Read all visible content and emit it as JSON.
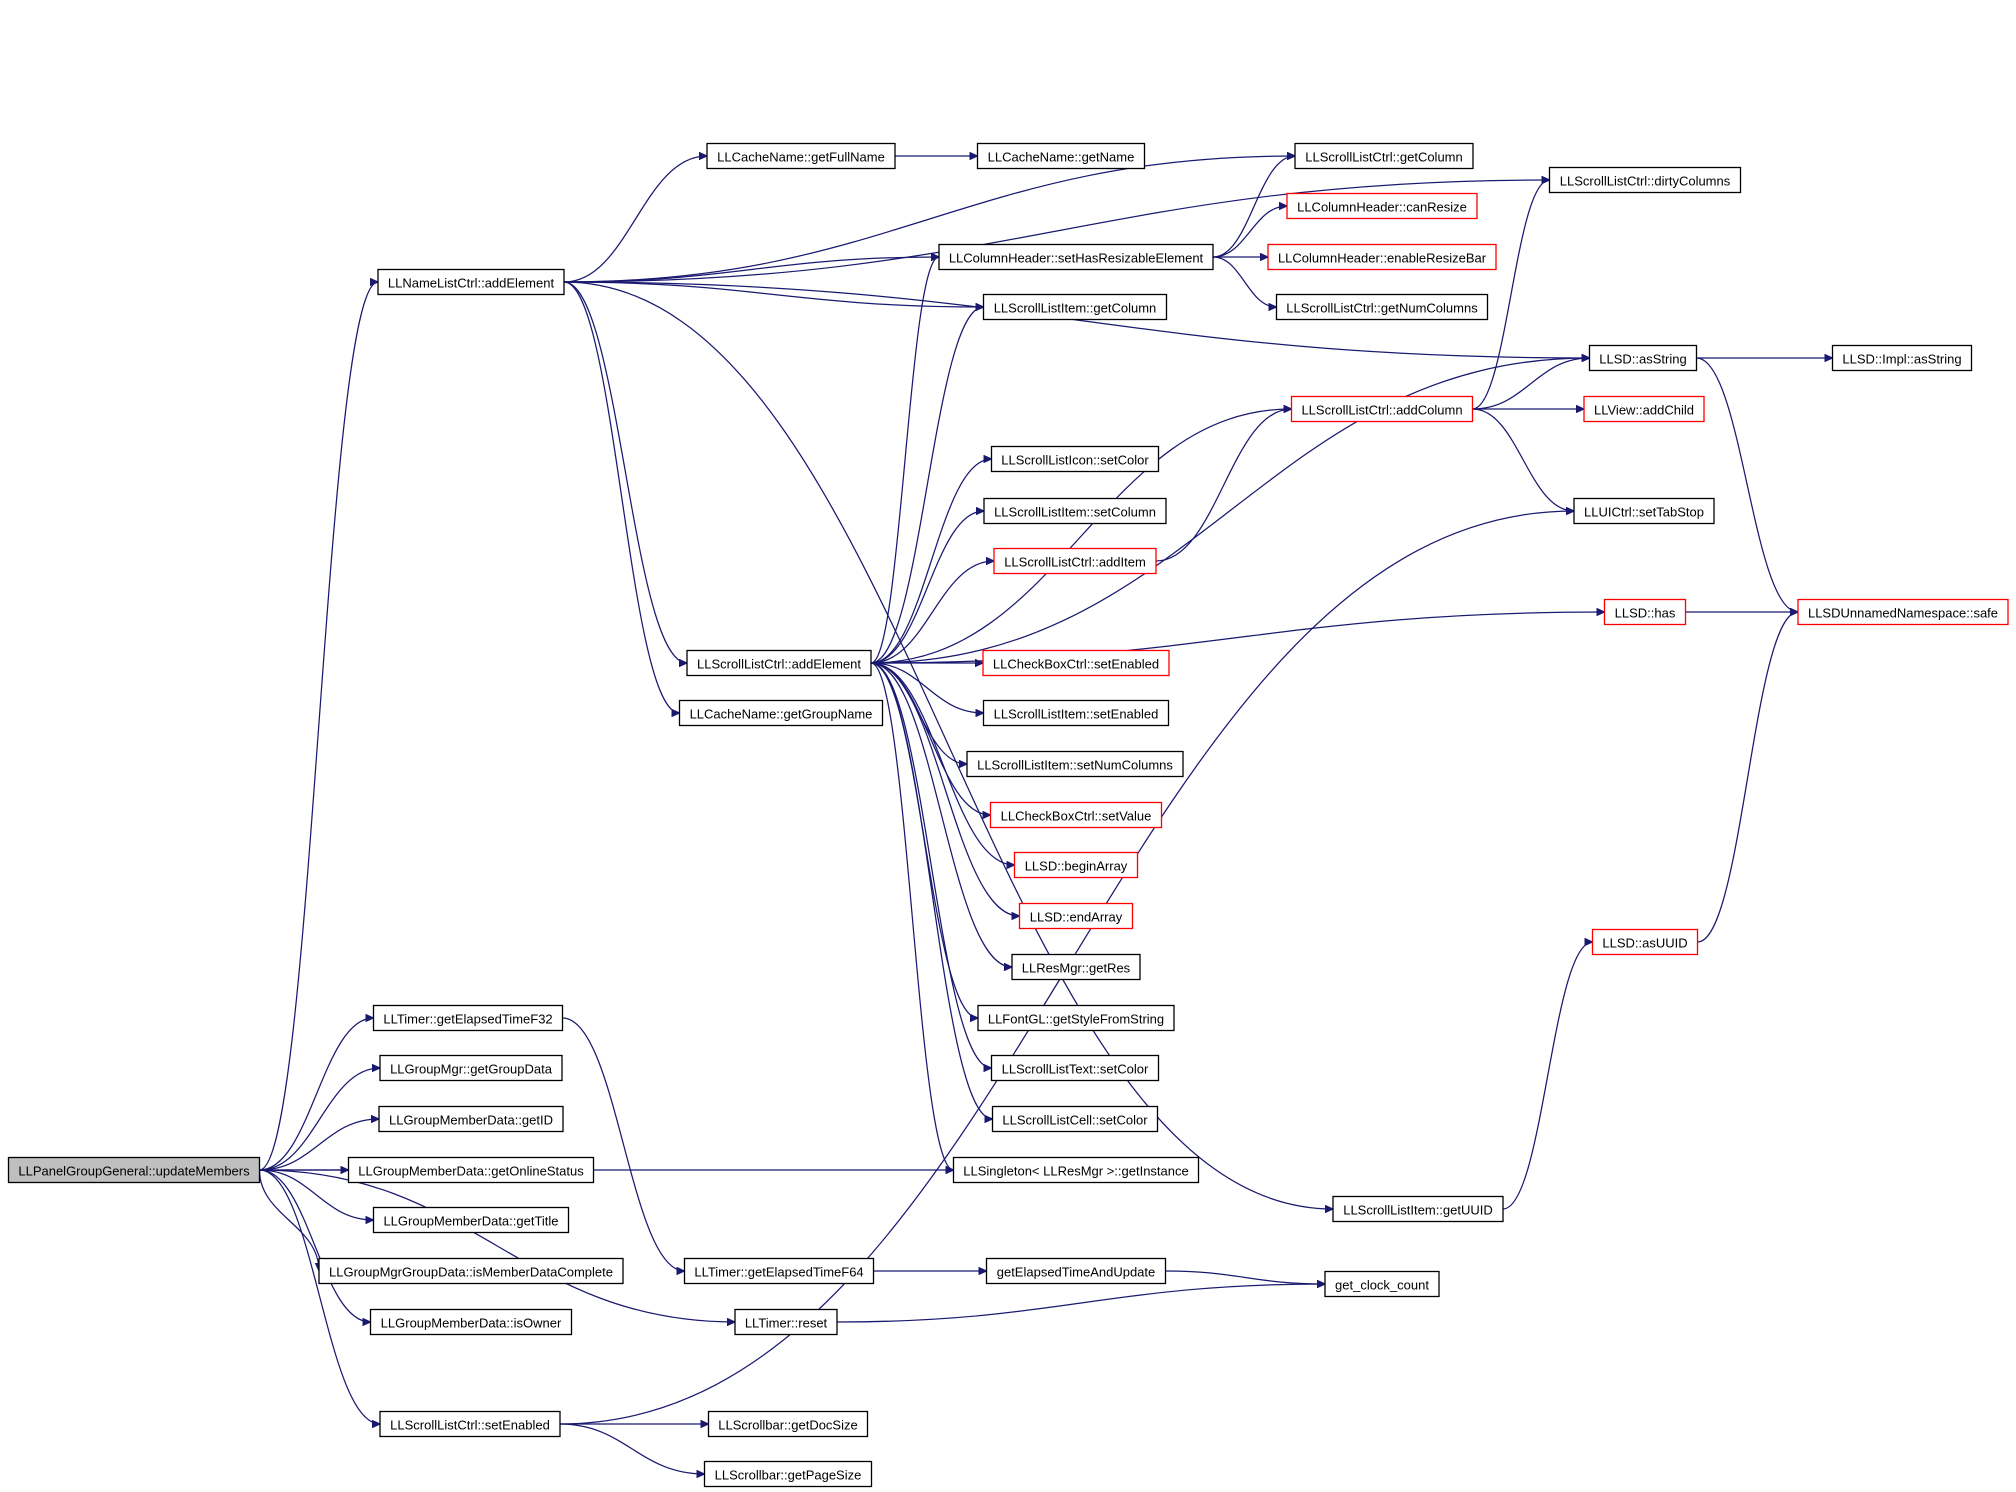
{
  "graph": {
    "nodes": [
      {
        "id": "root",
        "label": "LLPanelGroupGeneral::updateMembers",
        "style": "root"
      },
      {
        "id": "nlc_add",
        "label": "LLNameListCtrl::addElement",
        "style": "normal"
      },
      {
        "id": "cache_full",
        "label": "LLCacheName::getFullName",
        "style": "normal"
      },
      {
        "id": "cache_name",
        "label": "LLCacheName::getName",
        "style": "normal"
      },
      {
        "id": "slc_getcol",
        "label": "LLScrollListCtrl::getColumn",
        "style": "normal"
      },
      {
        "id": "slc_dirty",
        "label": "LLScrollListCtrl::dirtyColumns",
        "style": "normal"
      },
      {
        "id": "colh_canres",
        "label": "LLColumnHeader::canResize",
        "style": "red"
      },
      {
        "id": "colh_sethas",
        "label": "LLColumnHeader::setHasResizableElement",
        "style": "normal"
      },
      {
        "id": "colh_enable",
        "label": "LLColumnHeader::enableResizeBar",
        "style": "red"
      },
      {
        "id": "sli_getcol",
        "label": "LLScrollListItem::getColumn",
        "style": "normal"
      },
      {
        "id": "slc_numcols",
        "label": "LLScrollListCtrl::getNumColumns",
        "style": "normal"
      },
      {
        "id": "llsd_asstr",
        "label": "LLSD::asString",
        "style": "normal"
      },
      {
        "id": "impl_asstr",
        "label": "LLSD::Impl::asString",
        "style": "normal"
      },
      {
        "id": "slc_addcol",
        "label": "LLScrollListCtrl::addColumn",
        "style": "red"
      },
      {
        "id": "view_addchild",
        "label": "LLView::addChild",
        "style": "red"
      },
      {
        "id": "slicon_setcolor",
        "label": "LLScrollListIcon::setColor",
        "style": "normal"
      },
      {
        "id": "uictrl_tabstop",
        "label": "LLUICtrl::setTabStop",
        "style": "normal"
      },
      {
        "id": "sli_setcol",
        "label": "LLScrollListItem::setColumn",
        "style": "normal"
      },
      {
        "id": "slc_additem",
        "label": "LLScrollListCtrl::addItem",
        "style": "red"
      },
      {
        "id": "llsd_has",
        "label": "LLSD::has",
        "style": "red"
      },
      {
        "id": "safe",
        "label": "LLSDUnnamedNamespace::safe",
        "style": "red"
      },
      {
        "id": "slc_add",
        "label": "LLScrollListCtrl::addElement",
        "style": "normal"
      },
      {
        "id": "cb_enabled",
        "label": "LLCheckBoxCtrl::setEnabled",
        "style": "red"
      },
      {
        "id": "cache_group",
        "label": "LLCacheName::getGroupName",
        "style": "normal"
      },
      {
        "id": "sli_enabled",
        "label": "LLScrollListItem::setEnabled",
        "style": "normal"
      },
      {
        "id": "sli_numcols",
        "label": "LLScrollListItem::setNumColumns",
        "style": "normal"
      },
      {
        "id": "cb_value",
        "label": "LLCheckBoxCtrl::setValue",
        "style": "red"
      },
      {
        "id": "llsd_begin",
        "label": "LLSD::beginArray",
        "style": "red"
      },
      {
        "id": "llsd_end",
        "label": "LLSD::endArray",
        "style": "red"
      },
      {
        "id": "llsd_asuuid",
        "label": "LLSD::asUUID",
        "style": "red"
      },
      {
        "id": "resmgr_getres",
        "label": "LLResMgr::getRes",
        "style": "normal"
      },
      {
        "id": "timer_f32",
        "label": "LLTimer::getElapsedTimeF32",
        "style": "normal"
      },
      {
        "id": "font_style",
        "label": "LLFontGL::getStyleFromString",
        "style": "normal"
      },
      {
        "id": "gmgr_getdata",
        "label": "LLGroupMgr::getGroupData",
        "style": "normal"
      },
      {
        "id": "slt_setcolor",
        "label": "LLScrollListText::setColor",
        "style": "normal"
      },
      {
        "id": "gmd_getid",
        "label": "LLGroupMemberData::getID",
        "style": "normal"
      },
      {
        "id": "slcell_setcolor",
        "label": "LLScrollListCell::setColor",
        "style": "normal"
      },
      {
        "id": "gmd_online",
        "label": "LLGroupMemberData::getOnlineStatus",
        "style": "normal"
      },
      {
        "id": "singleton",
        "label": "LLSingleton< LLResMgr >::getInstance",
        "style": "normal"
      },
      {
        "id": "sli_uuid",
        "label": "LLScrollListItem::getUUID",
        "style": "normal"
      },
      {
        "id": "gmd_title",
        "label": "LLGroupMemberData::getTitle",
        "style": "normal"
      },
      {
        "id": "gmgd_complete",
        "label": "LLGroupMgrGroupData::isMemberDataComplete",
        "style": "normal"
      },
      {
        "id": "timer_f64",
        "label": "LLTimer::getElapsedTimeF64",
        "style": "normal"
      },
      {
        "id": "elapsed_update",
        "label": "getElapsedTimeAndUpdate",
        "style": "normal"
      },
      {
        "id": "clock",
        "label": "get_clock_count",
        "style": "normal"
      },
      {
        "id": "gmd_owner",
        "label": "LLGroupMemberData::isOwner",
        "style": "normal"
      },
      {
        "id": "timer_reset",
        "label": "LLTimer::reset",
        "style": "normal"
      },
      {
        "id": "slc_setenabled",
        "label": "LLScrollListCtrl::setEnabled",
        "style": "normal"
      },
      {
        "id": "sb_docsize",
        "label": "LLScrollbar::getDocSize",
        "style": "normal"
      },
      {
        "id": "sb_pagesize",
        "label": "LLScrollbar::getPageSize",
        "style": "normal"
      }
    ],
    "edges": [
      [
        "root",
        "nlc_add"
      ],
      [
        "root",
        "timer_f32"
      ],
      [
        "root",
        "gmgr_getdata"
      ],
      [
        "root",
        "gmd_getid"
      ],
      [
        "root",
        "gmd_online"
      ],
      [
        "root",
        "gmd_title"
      ],
      [
        "root",
        "gmgd_complete"
      ],
      [
        "root",
        "gmd_owner"
      ],
      [
        "root",
        "timer_reset"
      ],
      [
        "root",
        "slc_setenabled"
      ],
      [
        "root",
        "singleton"
      ],
      [
        "nlc_add",
        "cache_full"
      ],
      [
        "nlc_add",
        "slc_getcol"
      ],
      [
        "nlc_add",
        "slc_dirty"
      ],
      [
        "nlc_add",
        "colh_sethas"
      ],
      [
        "nlc_add",
        "sli_getcol"
      ],
      [
        "nlc_add",
        "llsd_asstr"
      ],
      [
        "nlc_add",
        "slc_add"
      ],
      [
        "nlc_add",
        "cache_group"
      ],
      [
        "nlc_add",
        "sli_uuid"
      ],
      [
        "cache_full",
        "cache_name"
      ],
      [
        "colh_sethas",
        "slc_getcol"
      ],
      [
        "colh_sethas",
        "colh_canres"
      ],
      [
        "colh_sethas",
        "colh_enable"
      ],
      [
        "colh_sethas",
        "slc_numcols"
      ],
      [
        "llsd_asstr",
        "impl_asstr"
      ],
      [
        "llsd_asstr",
        "safe"
      ],
      [
        "slc_addcol",
        "llsd_asstr"
      ],
      [
        "slc_addcol",
        "view_addchild"
      ],
      [
        "slc_addcol",
        "uictrl_tabstop"
      ],
      [
        "slc_addcol",
        "slc_dirty"
      ],
      [
        "slc_additem",
        "slc_addcol"
      ],
      [
        "llsd_has",
        "safe"
      ],
      [
        "llsd_asuuid",
        "safe"
      ],
      [
        "slc_add",
        "colh_sethas"
      ],
      [
        "slc_add",
        "sli_getcol"
      ],
      [
        "slc_add",
        "llsd_asstr"
      ],
      [
        "slc_add",
        "slc_addcol"
      ],
      [
        "slc_add",
        "slicon_setcolor"
      ],
      [
        "slc_add",
        "sli_setcol"
      ],
      [
        "slc_add",
        "slc_additem"
      ],
      [
        "slc_add",
        "llsd_has"
      ],
      [
        "slc_add",
        "cb_enabled"
      ],
      [
        "slc_add",
        "sli_enabled"
      ],
      [
        "slc_add",
        "sli_numcols"
      ],
      [
        "slc_add",
        "cb_value"
      ],
      [
        "slc_add",
        "llsd_begin"
      ],
      [
        "slc_add",
        "llsd_end"
      ],
      [
        "slc_add",
        "resmgr_getres"
      ],
      [
        "slc_add",
        "font_style"
      ],
      [
        "slc_add",
        "slt_setcolor"
      ],
      [
        "slc_add",
        "slcell_setcolor"
      ],
      [
        "slc_add",
        "singleton"
      ],
      [
        "timer_f32",
        "timer_f64"
      ],
      [
        "timer_f64",
        "elapsed_update"
      ],
      [
        "elapsed_update",
        "clock"
      ],
      [
        "timer_reset",
        "clock"
      ],
      [
        "sli_uuid",
        "llsd_asuuid"
      ],
      [
        "slc_setenabled",
        "uictrl_tabstop"
      ],
      [
        "slc_setenabled",
        "sb_docsize"
      ],
      [
        "slc_setenabled",
        "sb_pagesize"
      ]
    ]
  }
}
